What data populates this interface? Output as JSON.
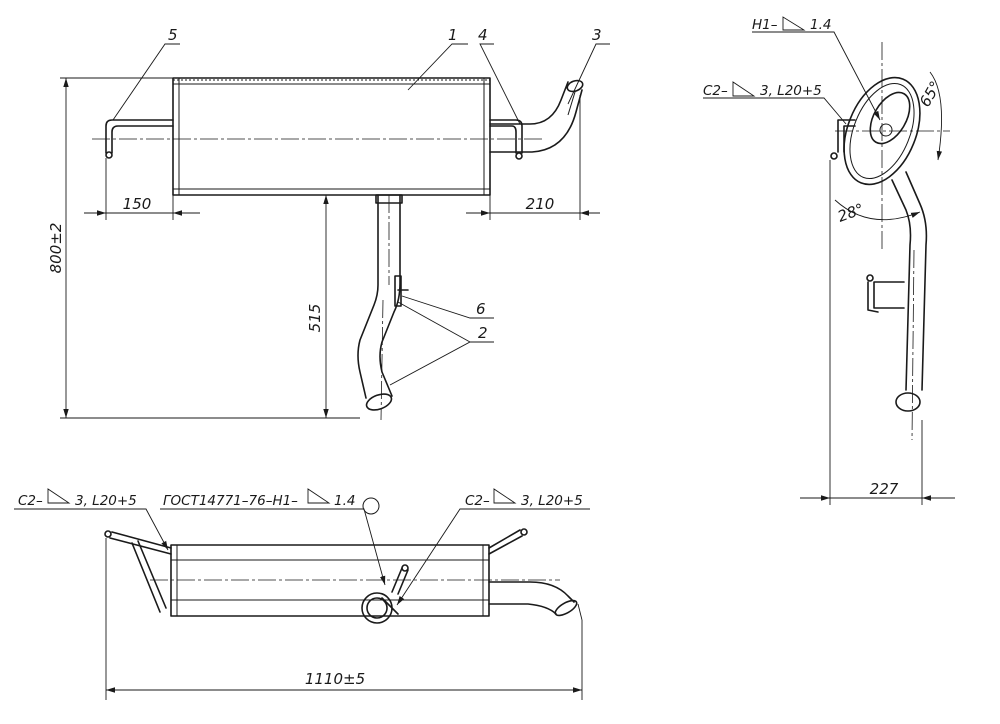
{
  "parts": [
    "1",
    "2",
    "3",
    "4",
    "5",
    "6"
  ],
  "dimensions": {
    "len_150": "150",
    "len_210": "210",
    "len_515": "515",
    "len_800": "800±2",
    "len_227": "227",
    "len_1110": "1110±5"
  },
  "angles": {
    "a65": "65°",
    "a28": "28°"
  },
  "welds": {
    "side_h1_prefix": "H1–",
    "side_h1_value": "1.4",
    "side_c2_prefix": "C2–",
    "side_c2_value": "3, L20+5",
    "bottom_left_prefix": "C2–",
    "bottom_left_value": "3, L20+5",
    "bottom_gost_prefix": "ГОСТ14771–76–H1–",
    "bottom_gost_value": "1.4",
    "bottom_right_prefix": "C2–",
    "bottom_right_value": "3, L20+5"
  }
}
